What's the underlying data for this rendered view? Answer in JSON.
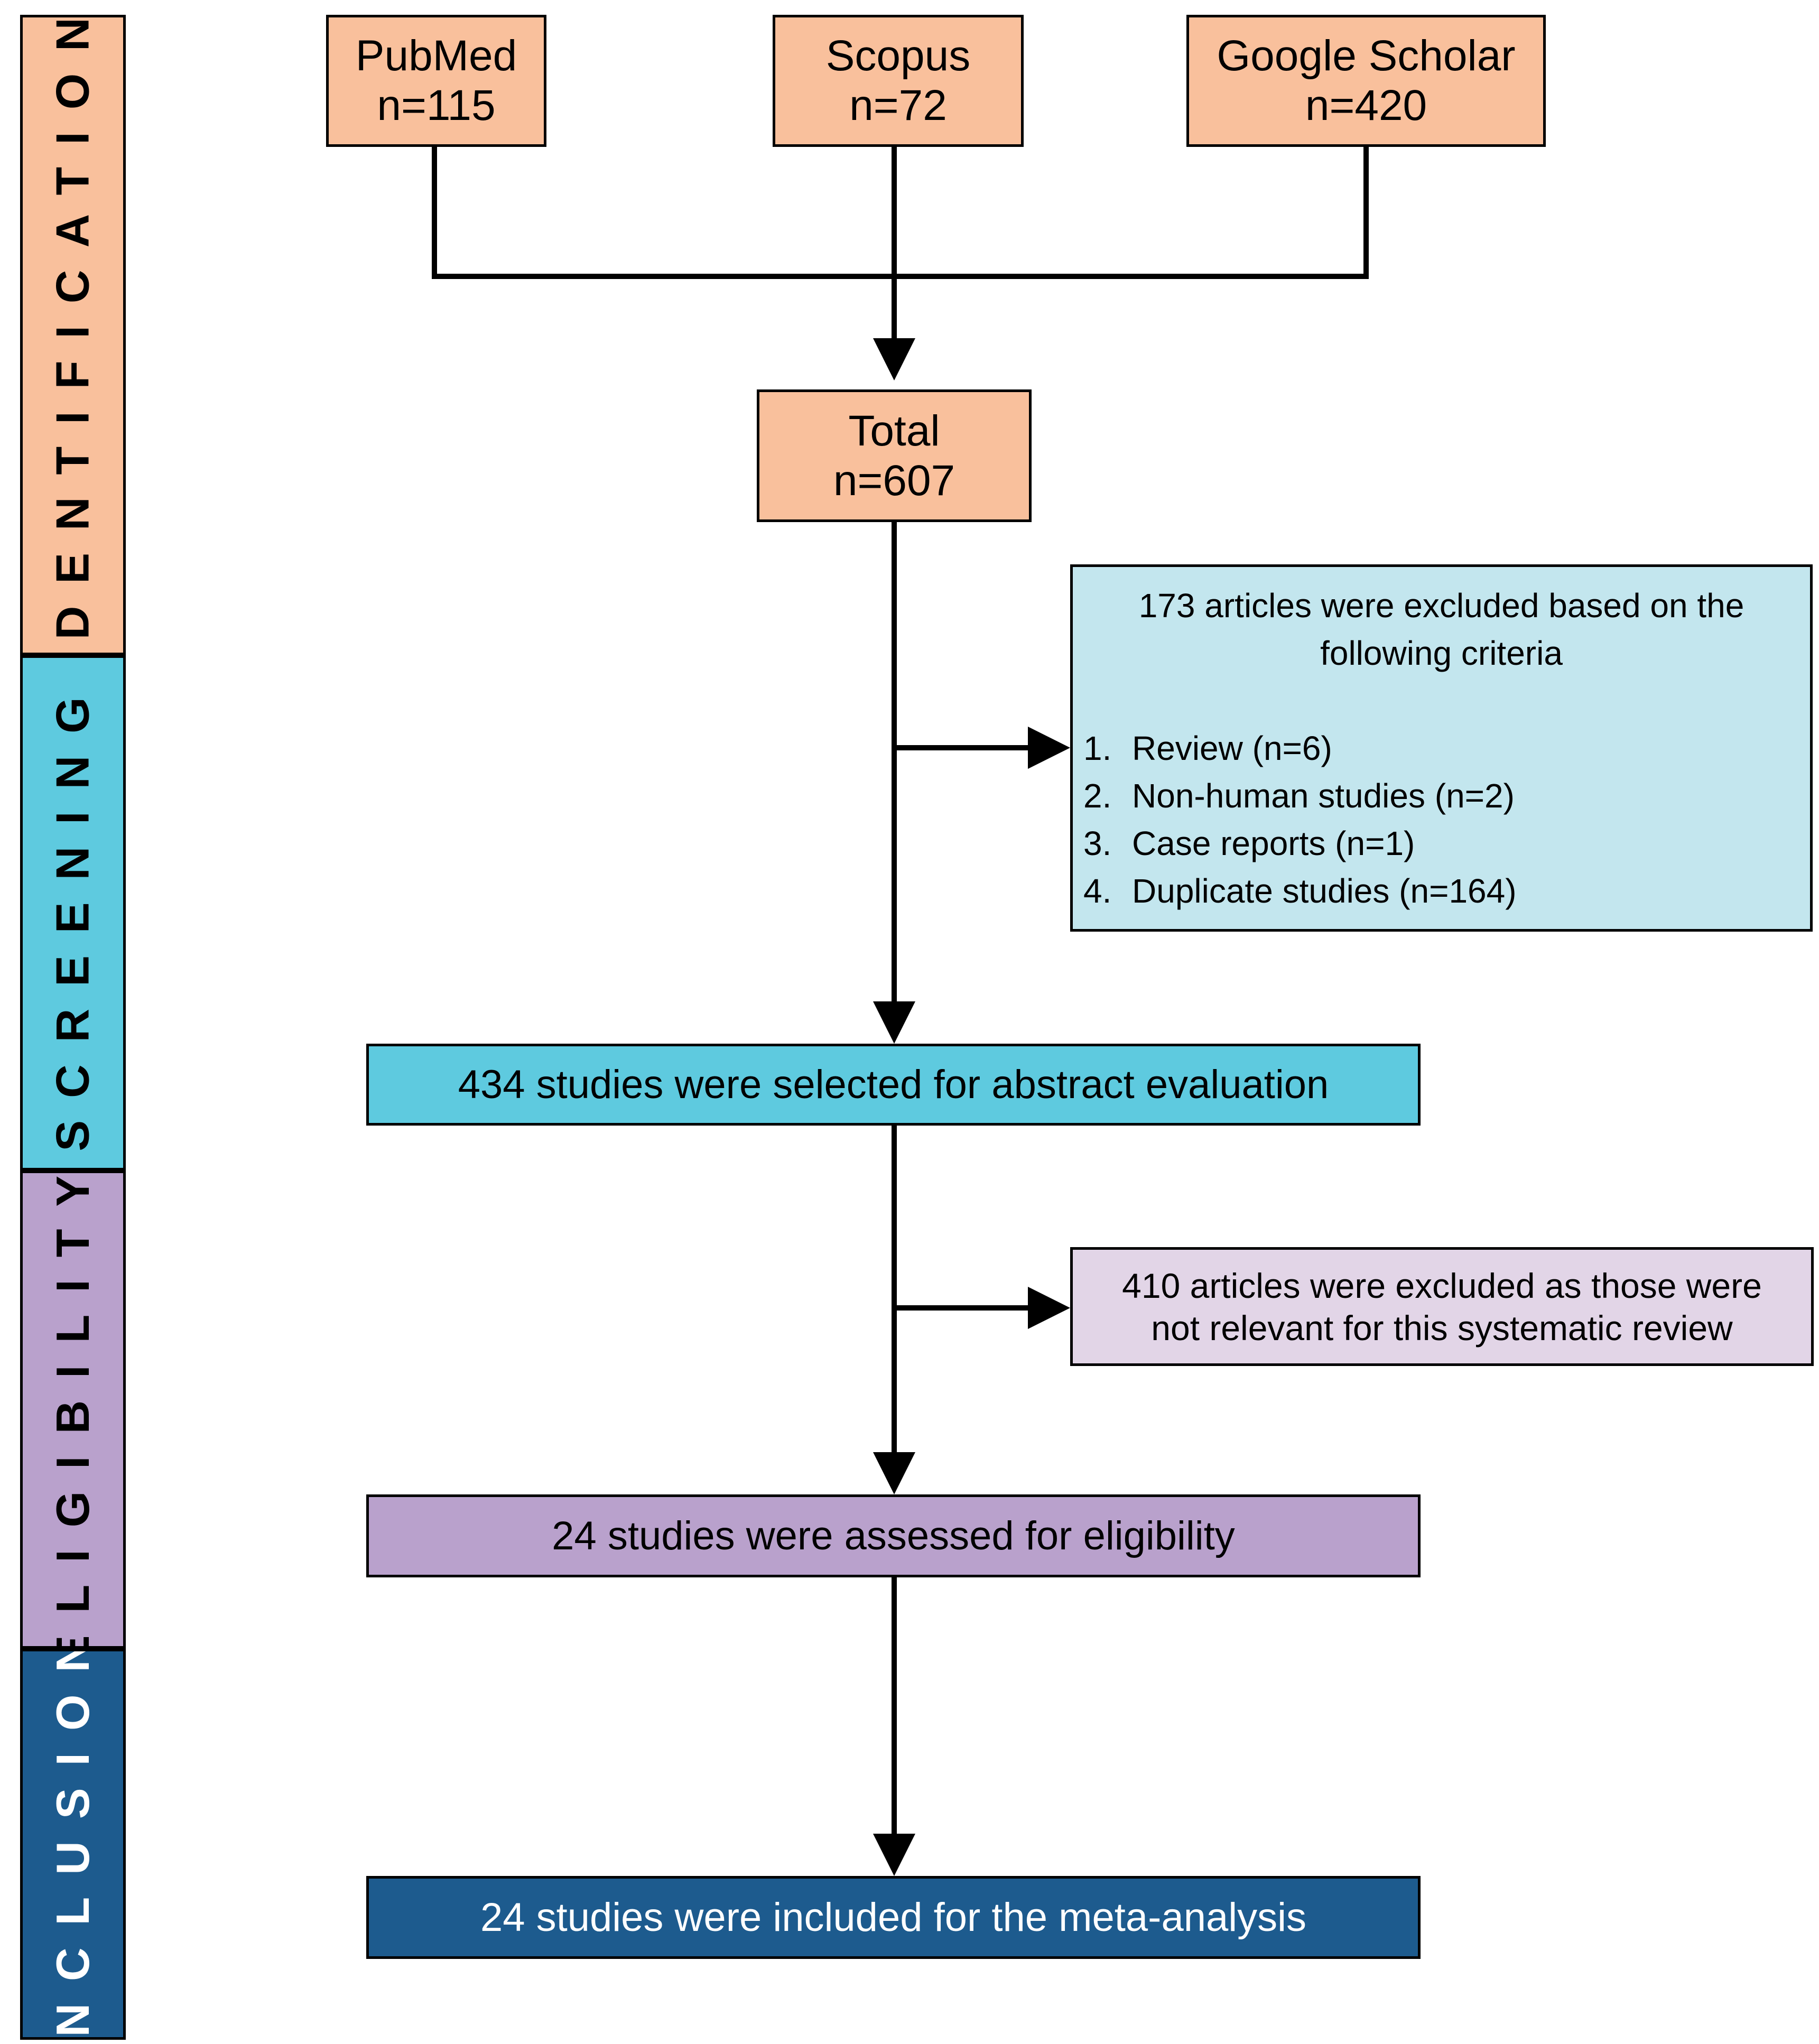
{
  "phases": [
    {
      "label": "IDENTIFICATION",
      "color": "#f9c09c"
    },
    {
      "label": "SCREENING",
      "color": "#5ecadf"
    },
    {
      "label": "ELIGIBILITY",
      "color": "#b9a1cc"
    },
    {
      "label": "INCLUSION",
      "color": "#1d5b8e"
    }
  ],
  "sources": [
    {
      "name": "PubMed",
      "count": "n=115"
    },
    {
      "name": "Scopus",
      "count": "n=72"
    },
    {
      "name": "Google Scholar",
      "count": "n=420"
    }
  ],
  "total": {
    "name": "Total",
    "count": "n=607"
  },
  "exclusion_1": {
    "heading": "173 articles were excluded based on the following criteria",
    "items": [
      {
        "num": "1.",
        "text": "Review (n=6)"
      },
      {
        "num": "2.",
        "text": "Non-human studies (n=2)"
      },
      {
        "num": "3.",
        "text": "Case reports (n=1)"
      },
      {
        "num": "4.",
        "text": "Duplicate studies (n=164)"
      }
    ]
  },
  "screening_box": "434 studies were selected for abstract evaluation",
  "exclusion_2": {
    "line1": "410 articles were excluded as those were",
    "line2": "not relevant for this systematic review"
  },
  "eligibility_box": "24 studies were assessed for eligibility",
  "inclusion_box": "24 studies were included for the meta-analysis",
  "colors": {
    "source_fill": "#f9c09c",
    "exclusion_1_fill": "#c3e6ee",
    "screening_fill": "#5ecadf",
    "exclusion_2_fill": "#e2d5e7",
    "eligibility_fill": "#b9a1cc",
    "inclusion_fill": "#1d5b8e",
    "inclusion_text": "#ffffff",
    "line": "#000000"
  }
}
